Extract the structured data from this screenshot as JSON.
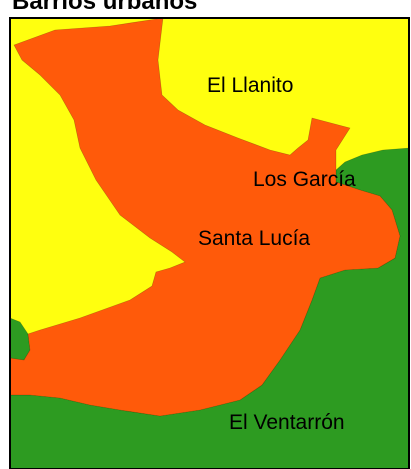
{
  "title": "Barrios urbanos",
  "colors": {
    "background": "#ffffff",
    "yellow_region": "#ffff0f",
    "orange_region": "#ff5a0a",
    "green_region": "#2d9b21",
    "border": "#000000"
  },
  "regions": [
    {
      "id": "el-llanito",
      "label": "El  Llanito",
      "color": "#ffff0f"
    },
    {
      "id": "los-garcia",
      "label": "Los García",
      "color": "#2d9b21"
    },
    {
      "id": "santa-lucia",
      "label": "Santa Lucía",
      "color": "#ff5a0a"
    },
    {
      "id": "el-ventarron",
      "label": "El Ventarrón",
      "color": "#2d9b21"
    }
  ]
}
